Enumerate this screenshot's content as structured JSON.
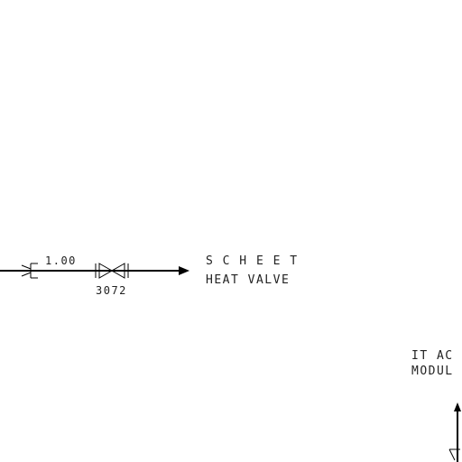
{
  "line_labels": {
    "pipe_size": "1.00",
    "valve_tag": "3072"
  },
  "destination": {
    "line1": "S  C  H  E  E  T",
    "line2": "HEAT  VALVE"
  },
  "module": {
    "line1": "IT  AC",
    "line2": "MODUL"
  },
  "colors": {
    "line": "#000000",
    "text": "#222222"
  }
}
